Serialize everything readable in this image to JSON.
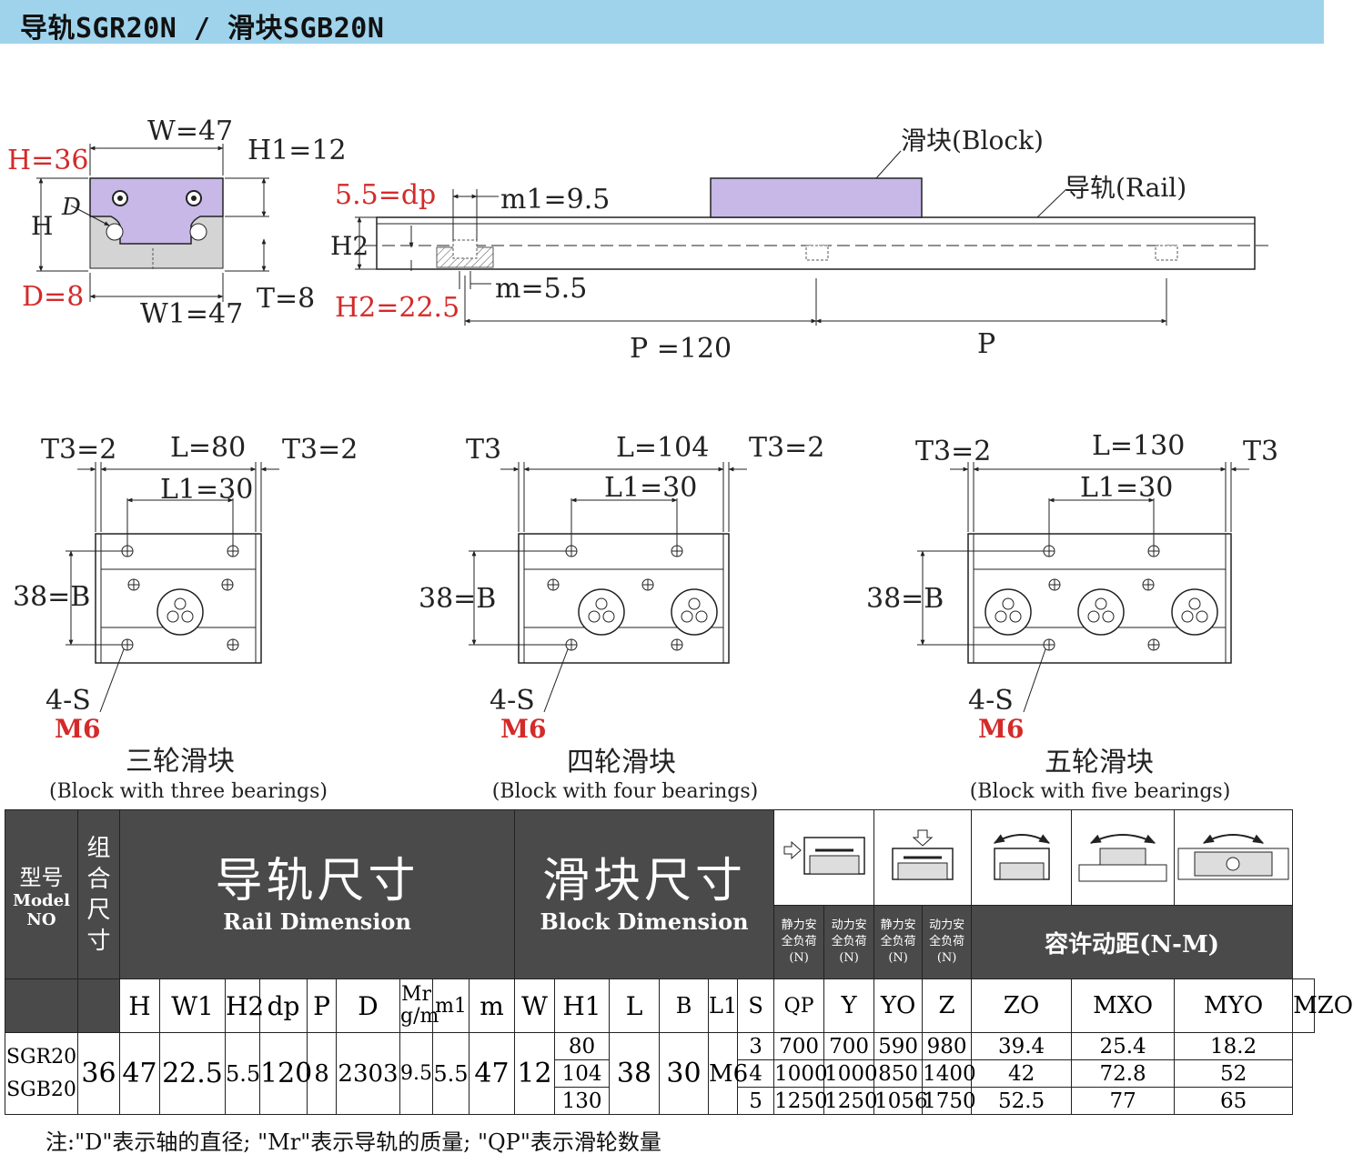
{
  "title": "导轨SGR20N  /  滑块SGB20N",
  "drawing": {
    "section": {
      "H": "H=36",
      "W": "W=47",
      "H1": "H1=12",
      "D": "D=8",
      "W1": "W1=47",
      "T": "T=8",
      "H_letter": "H",
      "D_letter": "D"
    },
    "side": {
      "dp": "5.5=dp",
      "m1": "m1=9.5",
      "m": "m=5.5",
      "H2_letter": "H2",
      "H2": "H2=22.5",
      "P": "P =120",
      "P_letter": "P",
      "block_label": "滑块(Block)",
      "rail_label": "导轨(Rail)"
    },
    "blocks": [
      {
        "T3_left": "T3=2",
        "L": "L=80",
        "L1": "L1=30",
        "T3_right": "T3=2",
        "B": "38=B",
        "S": "4-S",
        "S_value": "M6",
        "name_cn": "三轮滑块",
        "name_en": "(Block with three bearings)"
      },
      {
        "T3_left": "T3",
        "L": "L=104",
        "L1": "L1=30",
        "T3_right": "T3=2",
        "B": "38=B",
        "S": "4-S",
        "S_value": "M6",
        "name_cn": "四轮滑块",
        "name_en": "(Block with four bearings)"
      },
      {
        "T3_left": "T3=2",
        "L": "L=130",
        "L1": "L1=30",
        "T3_right": "T3",
        "B": "38=B",
        "S": "4-S",
        "S_value": "M6",
        "name_cn": "五轮滑块",
        "name_en": "(Block with five bearings)"
      }
    ]
  },
  "table": {
    "model_header": [
      "型号",
      "Model",
      "NO"
    ],
    "combo_header": [
      "组",
      "合",
      "尺",
      "寸"
    ],
    "rail_dim_cn": "导轨尺寸",
    "rail_dim_en": "Rail Dimension",
    "block_dim_cn": "滑块尺寸",
    "block_dim_en": "Block Dimension",
    "load_labels": [
      [
        "静力安",
        "全负荷",
        "(N)"
      ],
      [
        "动力安",
        "全负荷",
        "(N)"
      ],
      [
        "静力安",
        "全负荷",
        "(N)"
      ],
      [
        "动力安",
        "全负荷",
        "(N)"
      ]
    ],
    "moment_header": "容许动距(N-M)",
    "cols": {
      "H": "H",
      "W1": "W1",
      "H2": "H2",
      "dp": "dp",
      "P": "P",
      "D": "D",
      "Mr": "Mr",
      "Mr_unit": "g/m",
      "m1": "m1",
      "m": "m",
      "W": "W",
      "H1": "H1",
      "L": "L",
      "B": "B",
      "L1": "L1",
      "S": "S",
      "QP": "QP",
      "Y": "Y",
      "YO": "YO",
      "Z": "Z",
      "ZO": "ZO",
      "MXO": "MXO",
      "MYO": "MYO",
      "MZO": "MZO"
    },
    "model_rows": [
      "SGR20",
      "SGB20"
    ],
    "values": {
      "H": "36",
      "W1": "47",
      "H2": "22.5",
      "dp": "5.5",
      "P": "120",
      "D": "8",
      "Mr": "2303",
      "m1": "9.5",
      "m": "5.5",
      "W": "47",
      "H1": "12",
      "B": "38",
      "L1": "30",
      "S": "M6"
    },
    "rows": [
      {
        "L": "80",
        "QP": "3",
        "Y": "700",
        "YO": "700",
        "Z": "590",
        "ZO": "980",
        "MXO": "39.4",
        "MYO": "25.4",
        "MZO": "18.2"
      },
      {
        "L": "104",
        "QP": "4",
        "Y": "1000",
        "YO": "1000",
        "Z": "850",
        "ZO": "1400",
        "MXO": "42",
        "MYO": "72.8",
        "MZO": "52"
      },
      {
        "L": "130",
        "QP": "5",
        "Y": "1250",
        "YO": "1250",
        "Z": "1056",
        "ZO": "1750",
        "MXO": "52.5",
        "MYO": "77",
        "MZO": "65"
      }
    ]
  },
  "note": "注:\"D\"表示轴的直径; \"Mr\"表示导轨的质量; \"QP\"表示滑轮数量",
  "colors": {
    "title_bg": "#9fd3ec",
    "block_fill": "#c7b8e8",
    "header_dark": "#4a4a4a",
    "red": "#d42a2a",
    "rail_gray": "#d4d4d4"
  }
}
